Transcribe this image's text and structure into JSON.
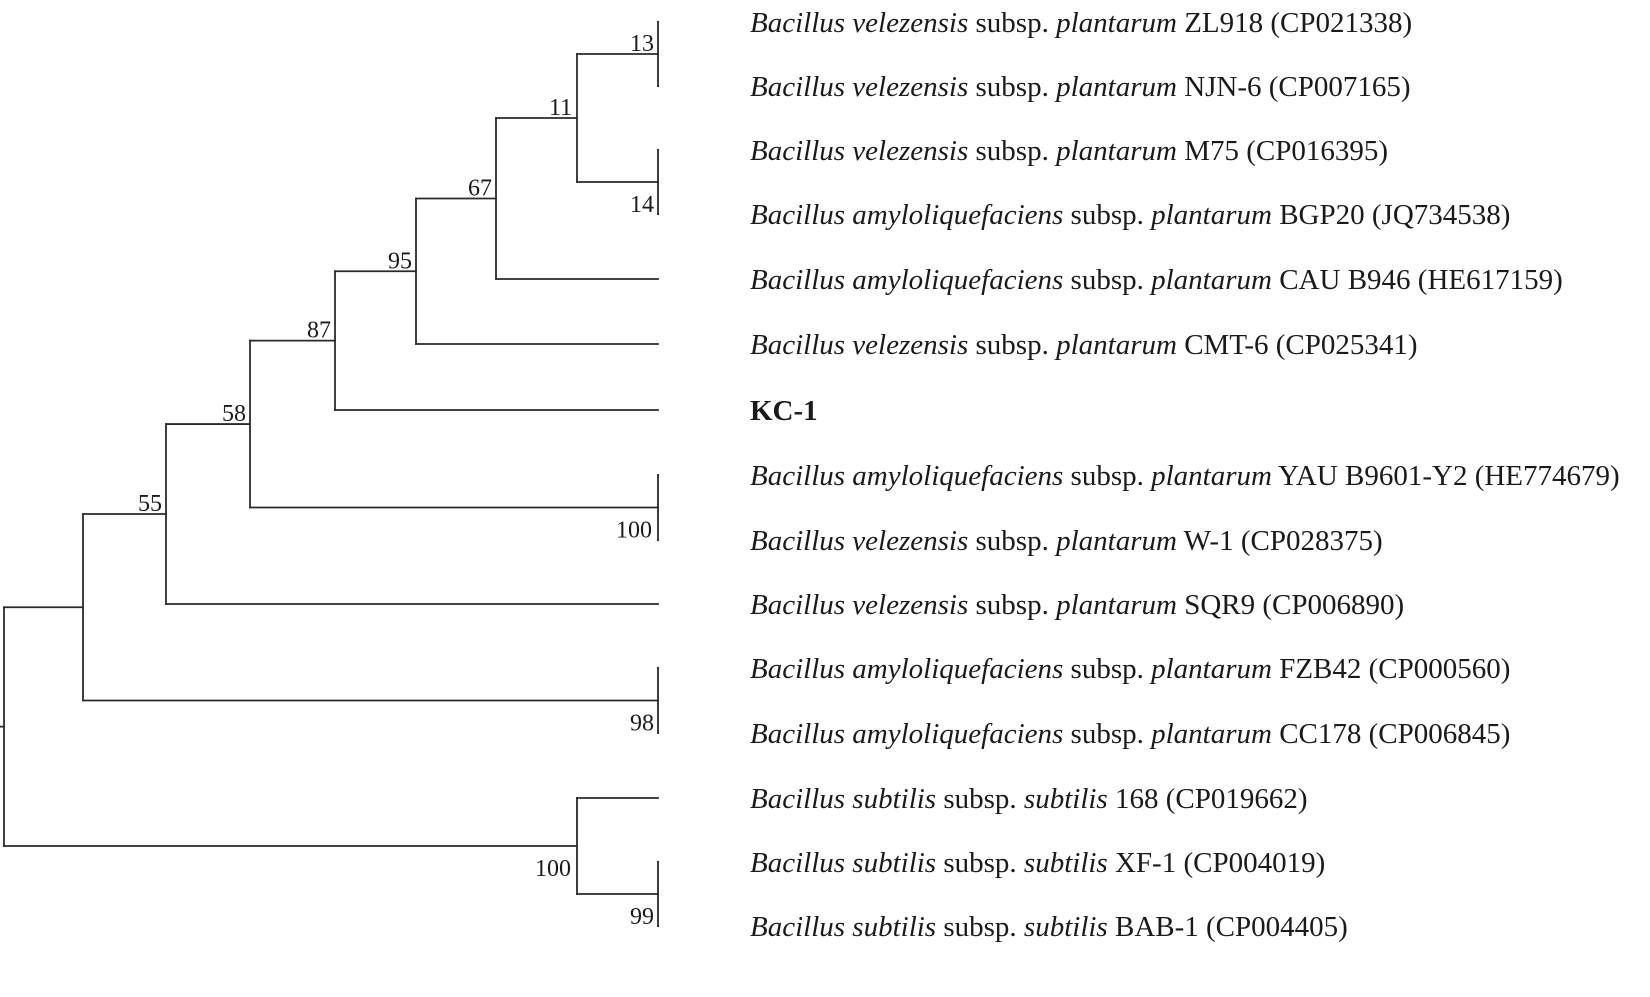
{
  "tree": {
    "leaves": [
      {
        "genus": "Bacillus",
        "species": "velezensis",
        "rank": "subsp.",
        "subspecies": "plantarum",
        "strain": "ZL918",
        "accession": "(CP021338)"
      },
      {
        "genus": "Bacillus",
        "species": "velezensis",
        "rank": "subsp.",
        "subspecies": "plantarum",
        "strain": "NJN-6",
        "accession": "(CP007165)"
      },
      {
        "genus": "Bacillus",
        "species": "velezensis",
        "rank": "subsp.",
        "subspecies": "plantarum",
        "strain": "M75",
        "accession": "(CP016395)"
      },
      {
        "genus": "Bacillus",
        "species": "amyloliquefaciens",
        "rank": "subsp.",
        "subspecies": "plantarum",
        "strain": "BGP20",
        "accession": "(JQ734538)"
      },
      {
        "genus": "Bacillus",
        "species": "amyloliquefaciens",
        "rank": "subsp.",
        "subspecies": "plantarum",
        "strain": "CAU B946",
        "accession": "(HE617159)"
      },
      {
        "genus": "Bacillus",
        "species": "velezensis",
        "rank": "subsp.",
        "subspecies": "plantarum",
        "strain": "CMT-6",
        "accession": "(CP025341)"
      },
      {
        "label": "KC-1",
        "emphasis": "bold"
      },
      {
        "genus": "Bacillus",
        "species": "amyloliquefaciens",
        "rank": "subsp.",
        "subspecies": "plantarum",
        "strain": "YAU B9601-Y2",
        "accession": "(HE774679)"
      },
      {
        "genus": "Bacillus",
        "species": "velezensis",
        "rank": "subsp.",
        "subspecies": "plantarum",
        "strain": "W-1",
        "accession": "(CP028375)"
      },
      {
        "genus": "Bacillus",
        "species": "velezensis",
        "rank": "subsp.",
        "subspecies": "plantarum",
        "strain": "SQR9",
        "accession": "(CP006890)"
      },
      {
        "genus": "Bacillus",
        "species": "amyloliquefaciens",
        "rank": "subsp.",
        "subspecies": "plantarum",
        "strain": "FZB42",
        "accession": "(CP000560)"
      },
      {
        "genus": "Bacillus",
        "species": "amyloliquefaciens",
        "rank": "subsp.",
        "subspecies": "plantarum",
        "strain": "CC178",
        "accession": "(CP006845)"
      },
      {
        "genus": "Bacillus",
        "species": "subtilis",
        "rank": "subsp.",
        "subspecies": "subtilis",
        "strain": "168",
        "accession": "(CP019662)"
      },
      {
        "genus": "Bacillus",
        "species": "subtilis",
        "rank": "subsp.",
        "subspecies": "subtilis",
        "strain": "XF-1",
        "accession": "(CP004019)"
      },
      {
        "genus": "Bacillus",
        "species": "subtilis",
        "rank": "subsp.",
        "subspecies": "subtilis",
        "strain": "BAB-1",
        "accession": "(CP004405)"
      }
    ],
    "nodes": [
      {
        "id": "n13",
        "children": [
          0,
          1
        ],
        "bootstrap": "13"
      },
      {
        "id": "n14",
        "children": [
          2,
          3
        ],
        "bootstrap": "14"
      },
      {
        "id": "n11",
        "children": [
          "n13",
          "n14"
        ],
        "bootstrap": "11"
      },
      {
        "id": "n67",
        "children": [
          "n11",
          4
        ],
        "bootstrap": "67"
      },
      {
        "id": "n95",
        "children": [
          "n67",
          5
        ],
        "bootstrap": "95"
      },
      {
        "id": "n87",
        "children": [
          "n95",
          6
        ],
        "bootstrap": "87"
      },
      {
        "id": "n100a",
        "children": [
          7,
          8
        ],
        "bootstrap": "100"
      },
      {
        "id": "n58",
        "children": [
          "n87",
          "n100a"
        ],
        "bootstrap": "58"
      },
      {
        "id": "n55",
        "children": [
          "n58",
          9
        ],
        "bootstrap": "55"
      },
      {
        "id": "n98",
        "children": [
          10,
          11
        ],
        "bootstrap": "98"
      },
      {
        "id": "nA",
        "children": [
          "n55",
          "n98"
        ],
        "bootstrap": ""
      },
      {
        "id": "n99",
        "children": [
          13,
          14
        ],
        "bootstrap": "99"
      },
      {
        "id": "n100b",
        "children": [
          12,
          "n99"
        ],
        "bootstrap": "100"
      },
      {
        "id": "root",
        "children": [
          "nA",
          "n100b"
        ],
        "bootstrap": ""
      }
    ]
  }
}
